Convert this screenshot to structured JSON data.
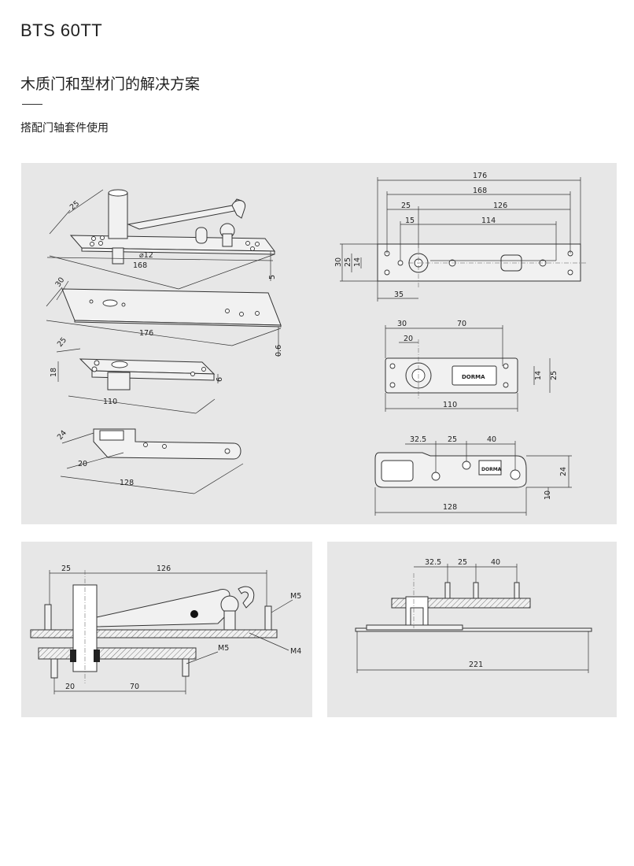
{
  "header": {
    "product_code": "BTS 60TT",
    "section_title": "木质门和型材门的解决方案",
    "subtitle": "搭配门轴套件使用"
  },
  "top_panel": {
    "iso_pivot": {
      "d1": "25",
      "d2": "⌀12",
      "d3": "168",
      "d4": "5"
    },
    "iso_plate": {
      "d1": "30",
      "d2": "176",
      "d3": "0.6"
    },
    "iso_bracket": {
      "d1": "25",
      "d2": "18",
      "d3": "6",
      "d4": "110"
    },
    "iso_arm": {
      "d1": "24",
      "d2": "20",
      "d3": "128"
    },
    "top_view": {
      "d1": "176",
      "d2": "168",
      "d3": "25",
      "d4": "126",
      "d5": "15",
      "d6": "114",
      "d7": "30",
      "d8": "25",
      "d9": "14",
      "d10": "35"
    },
    "bracket_view": {
      "d1": "30",
      "d2": "70",
      "d3": "20",
      "d4": "14",
      "d5": "25",
      "d6": "110",
      "brand": "DORMA"
    },
    "arm_view": {
      "d1": "32.5",
      "d2": "25",
      "d3": "40",
      "d4": "24",
      "d5": "10",
      "d6": "128",
      "brand": "DORMA"
    }
  },
  "bottom_left": {
    "d1": "25",
    "d2": "126",
    "d3": "M5",
    "d4": "M4",
    "d5": "M5",
    "d6": "20",
    "d7": "70"
  },
  "bottom_right": {
    "d1": "32.5",
    "d2": "25",
    "d3": "40",
    "d4": "221"
  }
}
